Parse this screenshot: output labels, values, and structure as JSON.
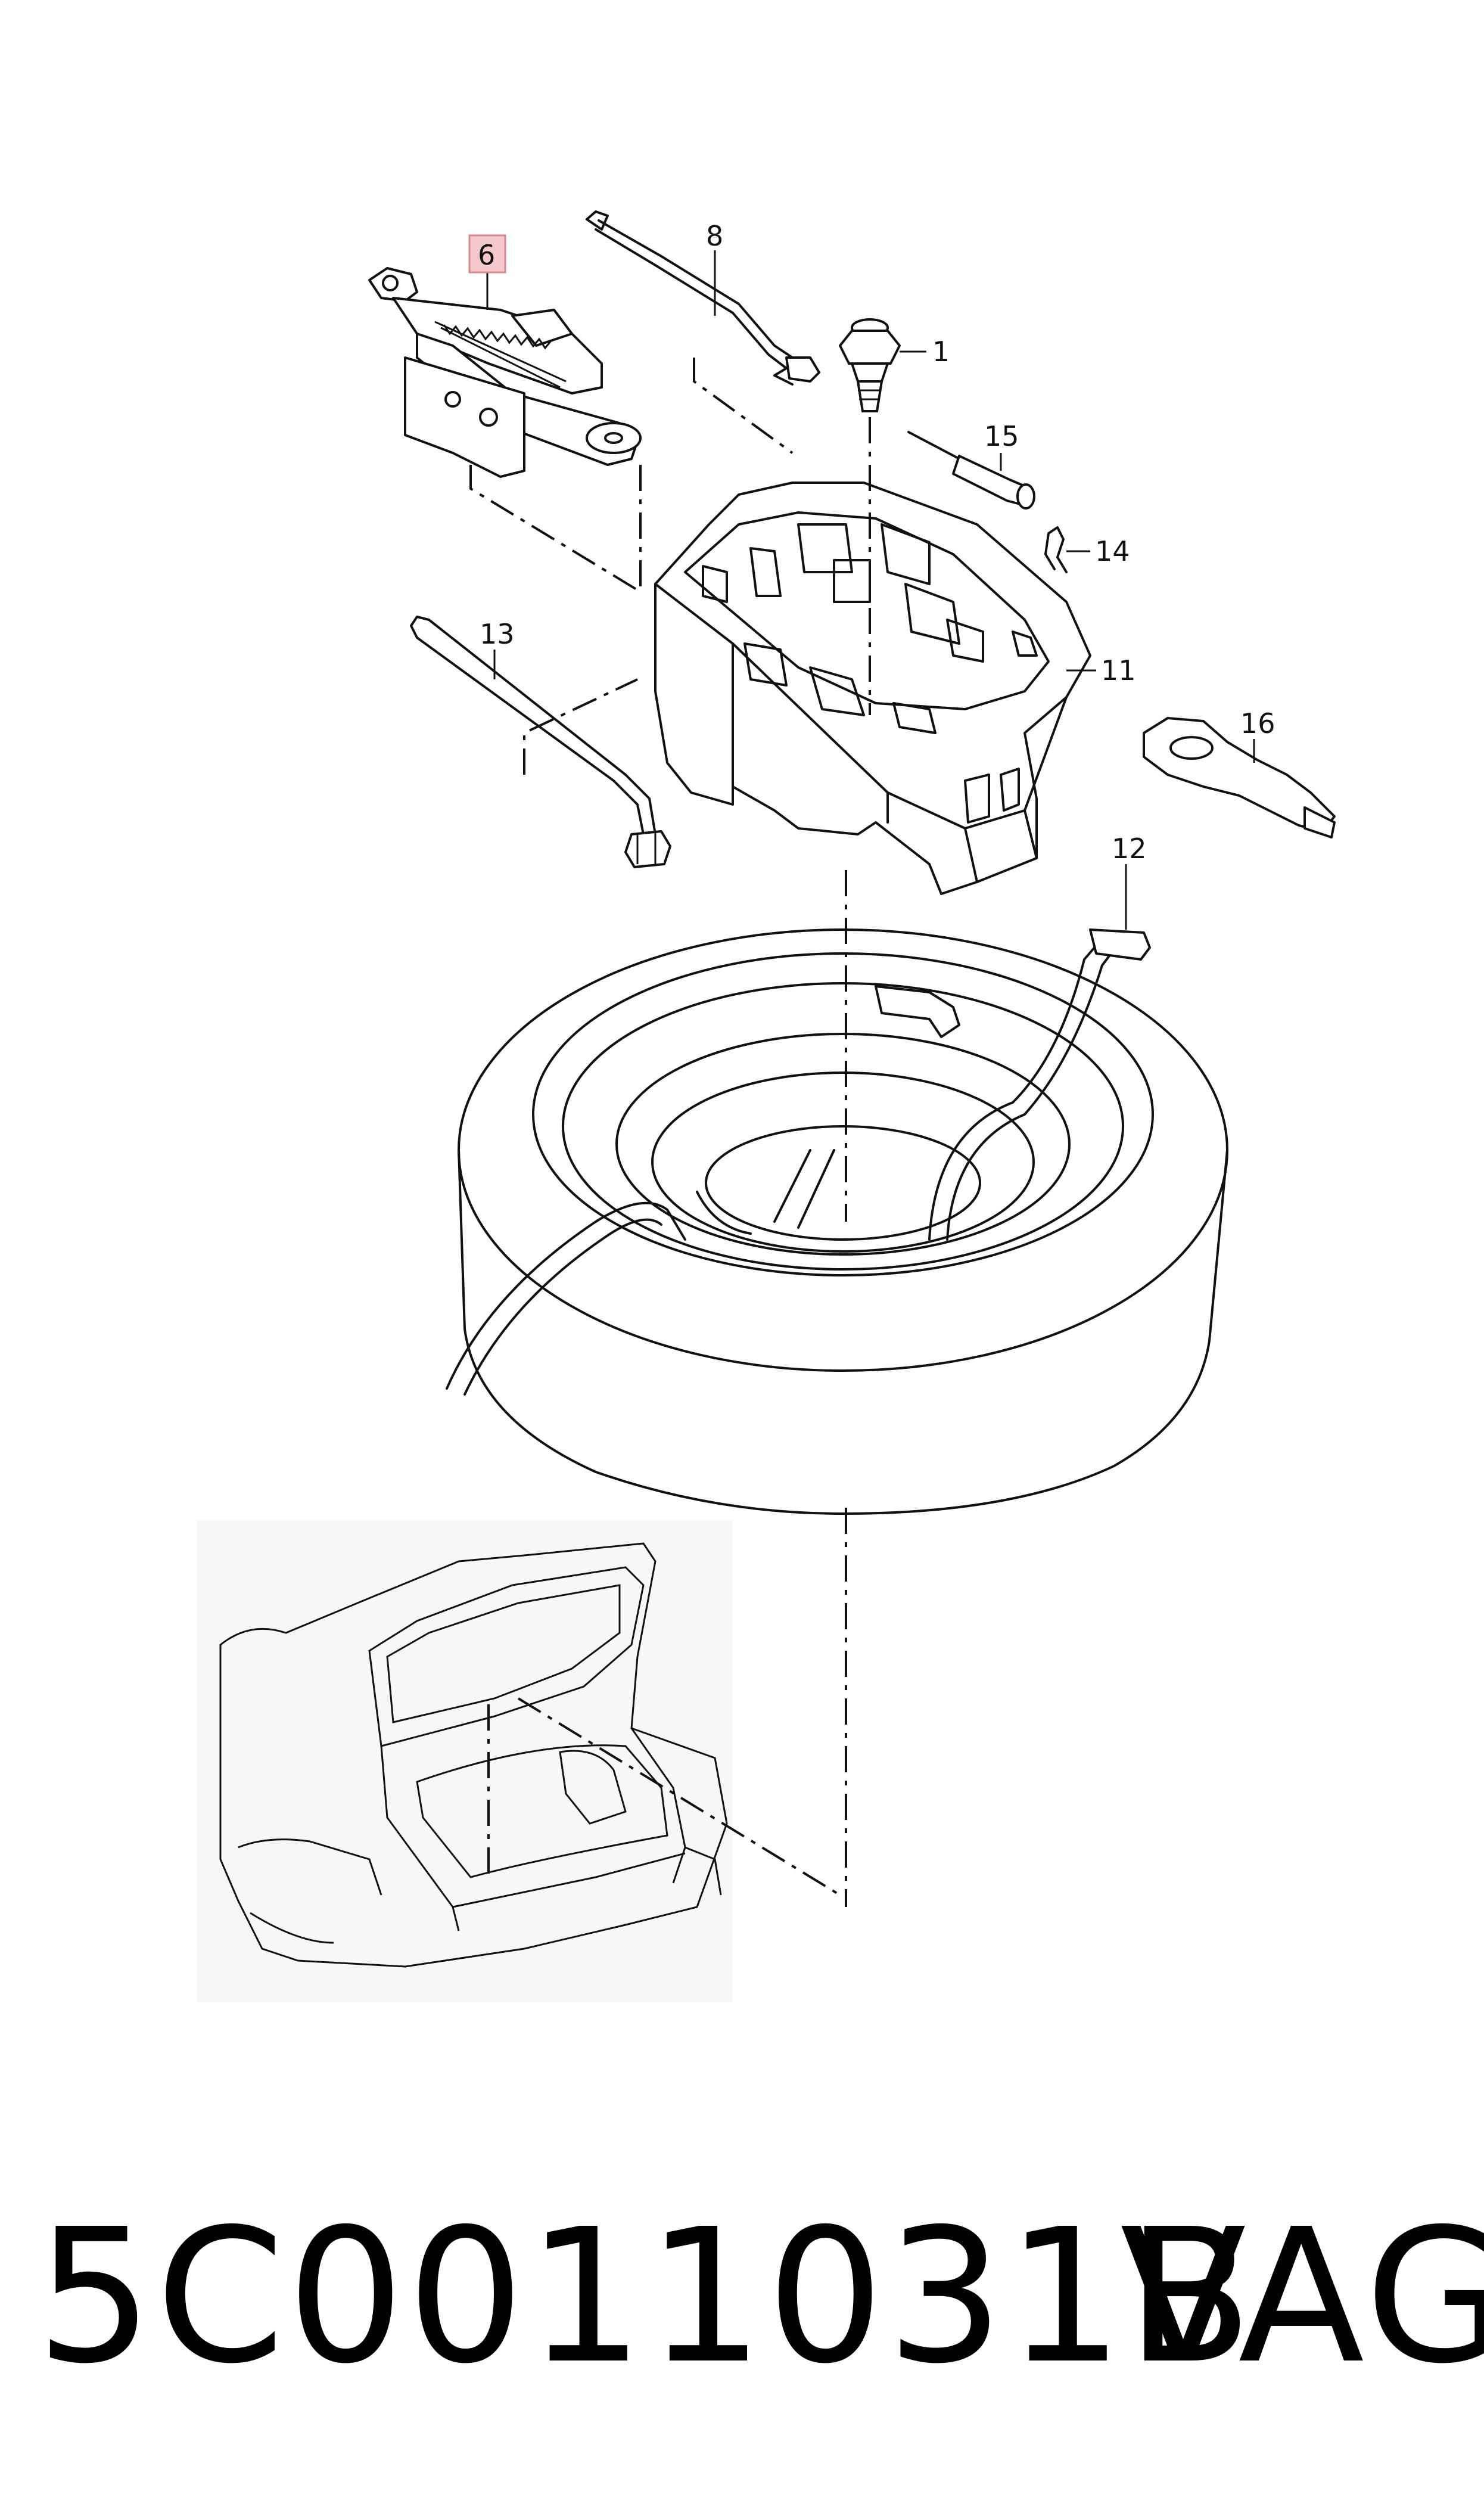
{
  "callouts": {
    "jack": "6",
    "crank": "8",
    "wing_bolt": "1",
    "screwdriver": "15",
    "spring_clip": "14",
    "tool_tray": "11",
    "wheel_brace": "13",
    "tow_eye": "16",
    "strap": "12"
  },
  "highlight_color": "#f4c9cc",
  "highlight_border": "#d9868d",
  "footer": {
    "part_number": "5C0011031B",
    "brand": "VAG"
  }
}
